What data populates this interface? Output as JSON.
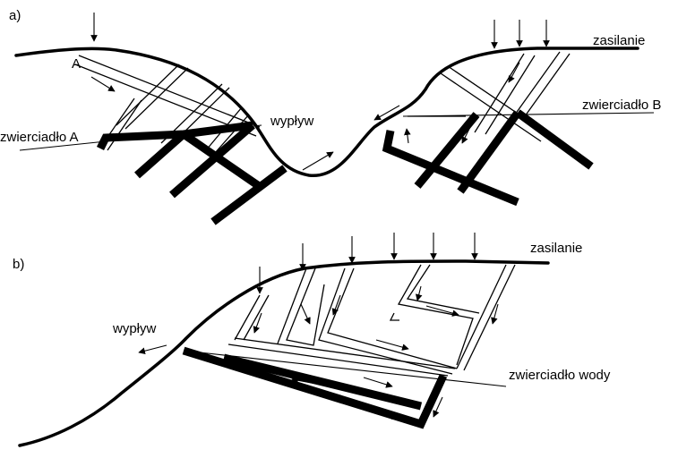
{
  "diagram": {
    "panel_a": {
      "label": "a)",
      "point_label": "A",
      "mirror_a": "zwierciadło A",
      "mirror_b": "zwierciadło B",
      "outflow": "wypływ",
      "recharge": "zasilanie"
    },
    "panel_b": {
      "label": "b)",
      "outflow": "wypływ",
      "recharge": "zasilanie",
      "water_table": "zwierciadło wody"
    }
  }
}
